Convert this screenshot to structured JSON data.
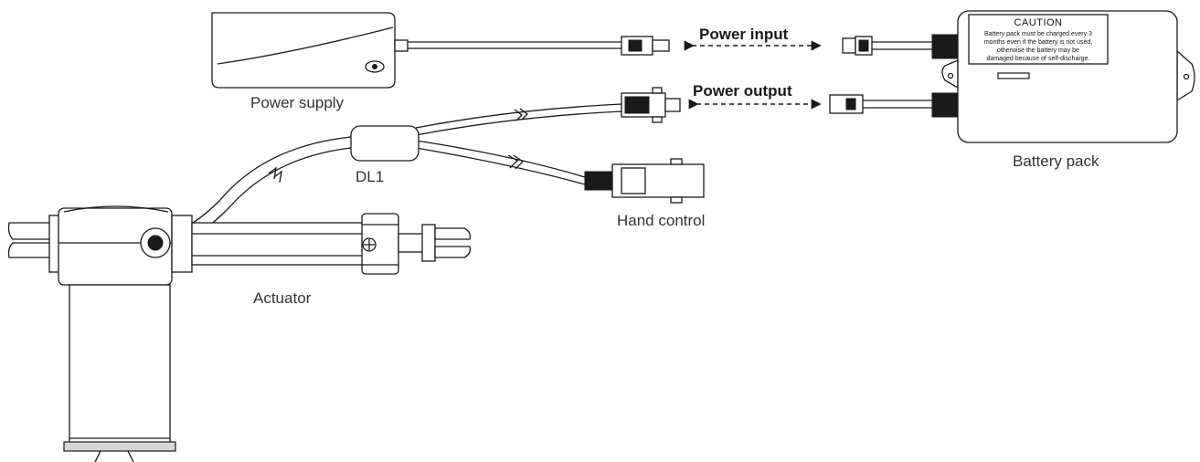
{
  "labels": {
    "power_supply": "Power supply",
    "battery_pack": "Battery pack",
    "power_input": "Power input",
    "power_output": "Power output",
    "dl1": "DL1",
    "hand_control": "Hand control",
    "actuator": "Actuator"
  },
  "caution": {
    "title": "CAUTION",
    "lines": [
      "Battery pack must be charged every 3",
      "months even if the battery is not used,",
      "otherwise the battery may be",
      "damaged because of self-discharge."
    ]
  },
  "colors": {
    "line": "#1a1a1a",
    "text": "#333333"
  }
}
